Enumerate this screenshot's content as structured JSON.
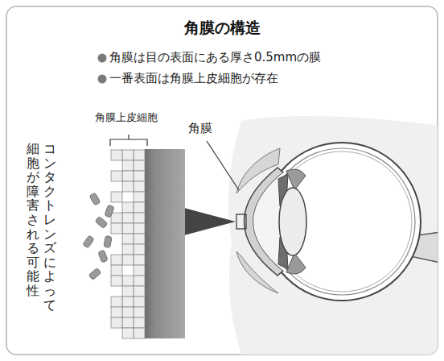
{
  "diagram": {
    "title": "角膜の構造",
    "labels": [
      "角膜は目の表面にある厚さ0.5mmの膜",
      "一番表面は角膜上皮細胞が存在",
      "角膜上皮細胞",
      "角膜",
      "コンタクトレンズによって",
      "細胞が障害される可能性"
    ]
  }
}
